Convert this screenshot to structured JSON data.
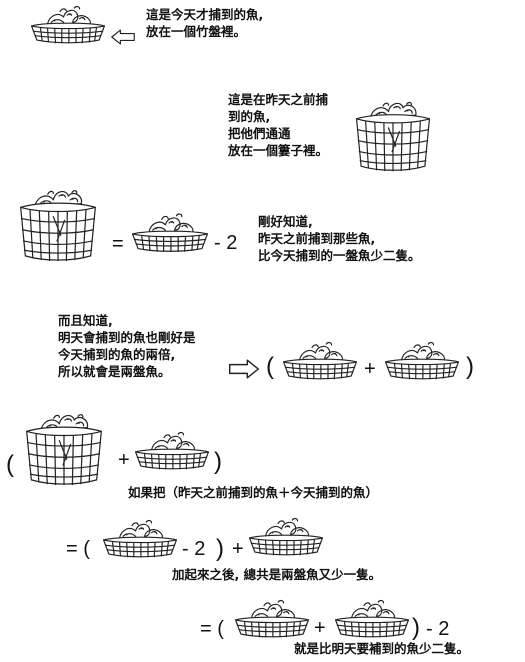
{
  "text": {
    "t1": [
      "這是今天才捕到的魚,",
      "放在一個竹盤裡。"
    ],
    "t2": [
      "這是在昨天之前捕",
      "到的魚,",
      "把他們通通",
      "放在一個簍子裡。"
    ],
    "t3": [
      "剛好知道,",
      "昨天之前捕到那些魚,",
      "比今天捕到的一盤魚少二隻。"
    ],
    "t4": [
      "而且知道,",
      "明天會捕到的魚也剛好是",
      "今天捕到的魚的兩倍,",
      "所以就會是兩盤魚。"
    ],
    "t5": "如果把（昨天之前捕到的魚＋今天捕到的魚）",
    "t6": "加起來之後, 總共是兩盤魚又少一隻。",
    "t7": "就是比明天要補到的魚少二隻。"
  },
  "symbols": {
    "eq": "=",
    "plus": "+",
    "minus": "-",
    "open": "(",
    "close": ")",
    "two": "2",
    "eq_open": "= (",
    "minus_two": "- 2"
  },
  "icons": [
    "fish-plate-icon",
    "fish-basket-icon",
    "hollow-arrow-left-icon",
    "hollow-arrow-right-icon"
  ]
}
